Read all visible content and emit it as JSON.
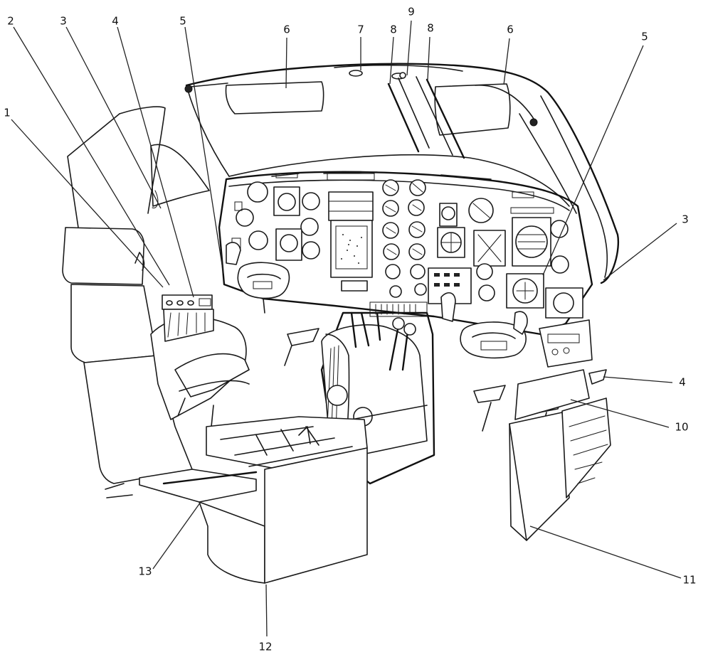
{
  "callouts": [
    {
      "id": "c1",
      "label": "1"
    },
    {
      "id": "c2",
      "label": "2"
    },
    {
      "id": "c3a",
      "label": "3"
    },
    {
      "id": "c4a",
      "label": "4"
    },
    {
      "id": "c5a",
      "label": "5"
    },
    {
      "id": "c6a",
      "label": "6"
    },
    {
      "id": "c7",
      "label": "7"
    },
    {
      "id": "c8a",
      "label": "8"
    },
    {
      "id": "c9",
      "label": "9"
    },
    {
      "id": "c8b",
      "label": "8"
    },
    {
      "id": "c6b",
      "label": "6"
    },
    {
      "id": "c5b",
      "label": "5"
    },
    {
      "id": "c3b",
      "label": "3"
    },
    {
      "id": "c4b",
      "label": "4"
    },
    {
      "id": "c10",
      "label": "10"
    },
    {
      "id": "c11",
      "label": "11"
    },
    {
      "id": "c12",
      "label": "12"
    },
    {
      "id": "c13",
      "label": "13"
    }
  ]
}
